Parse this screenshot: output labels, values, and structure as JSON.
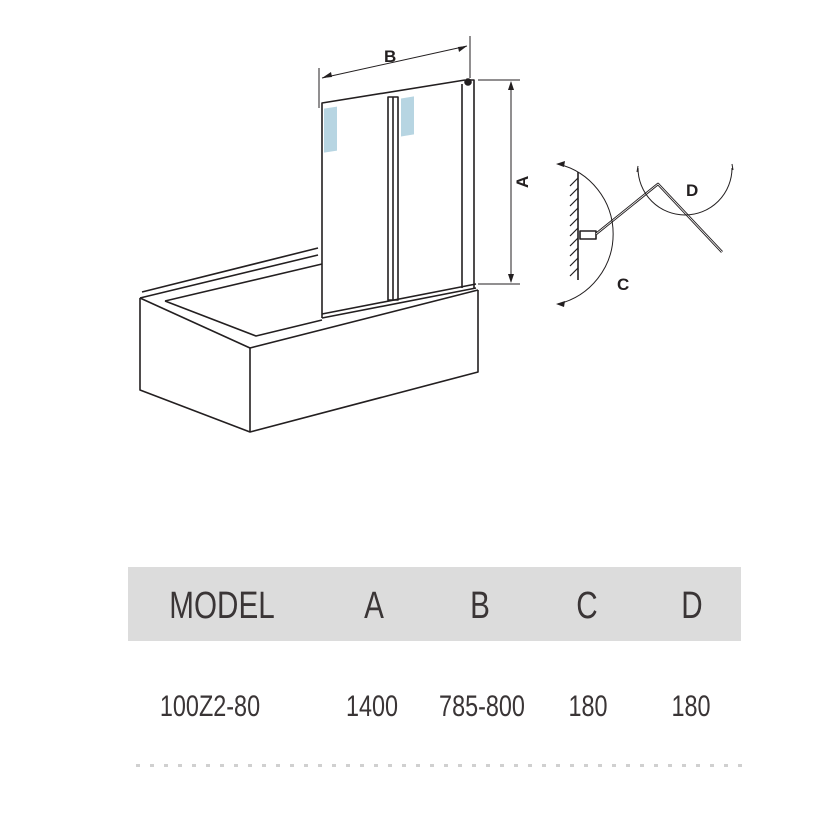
{
  "diagram": {
    "labels": {
      "a": "A",
      "b": "B",
      "c": "C",
      "d": "D"
    },
    "colors": {
      "line": "#231f20",
      "glass_highlight": "#b7d5e2",
      "table_header": "#dcdcdc"
    }
  },
  "table": {
    "headers": [
      "MODEL",
      "A",
      "B",
      "C",
      "D"
    ],
    "rows": [
      [
        "100Z2-80",
        "1400",
        "785-800",
        "180",
        "180"
      ]
    ]
  }
}
